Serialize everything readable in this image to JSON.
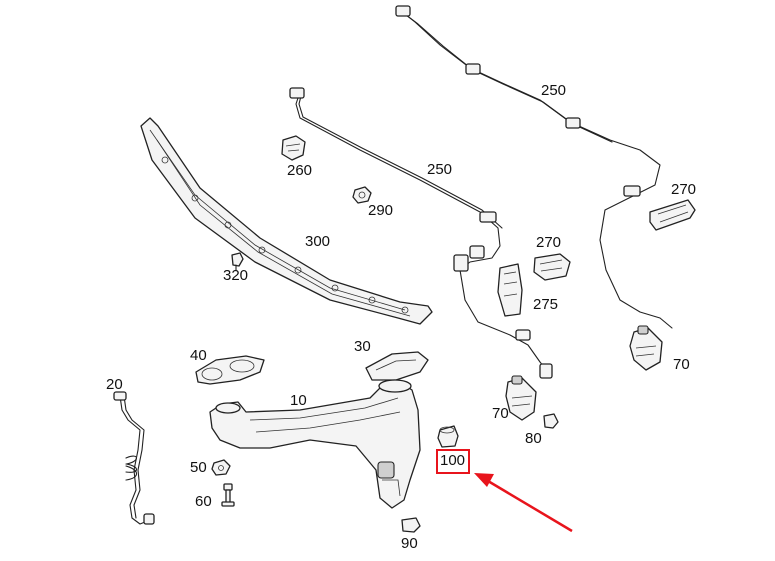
{
  "labels": {
    "p10": "10",
    "p20": "20",
    "p30": "30",
    "p40": "40",
    "p50": "50",
    "p60": "60",
    "p70a": "70",
    "p70b": "70",
    "p80": "80",
    "p90": "90",
    "p100": "100",
    "p250a": "250",
    "p250b": "250",
    "p260": "260",
    "p270a": "270",
    "p270b": "270",
    "p275": "275",
    "p290": "290",
    "p300": "300",
    "p320": "320"
  },
  "highlight": {
    "target": "100",
    "color": "#e8141c"
  },
  "arrow_color": "#e8141c"
}
